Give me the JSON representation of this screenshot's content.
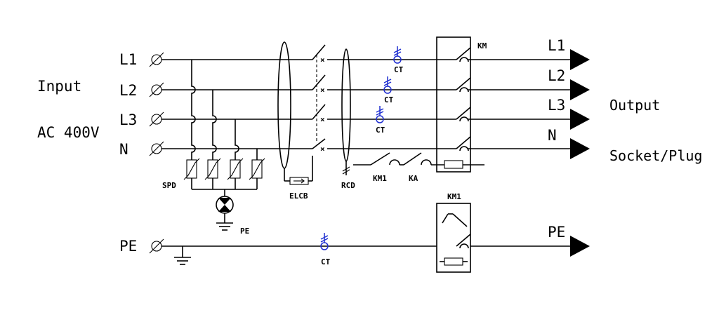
{
  "input": {
    "title": "Input",
    "voltage": "AC 400V"
  },
  "inputs": {
    "l1": "L1",
    "l2": "L2",
    "l3": "L3",
    "n": "N",
    "pe": "PE"
  },
  "outputs": {
    "l1": "L1",
    "l2": "L2",
    "l3": "L3",
    "n": "N",
    "pe": "PE",
    "title": "Output",
    "subtitle": "Socket/Plug"
  },
  "components": {
    "spd": "SPD",
    "spd_pe": "PE",
    "elcb": "ELCB",
    "rcd": "RCD",
    "ct": "CT",
    "km": "KM",
    "km1": "KM1",
    "ka": "KA"
  },
  "colors": {
    "line": "#000000",
    "ct": "#1f2fd1"
  }
}
